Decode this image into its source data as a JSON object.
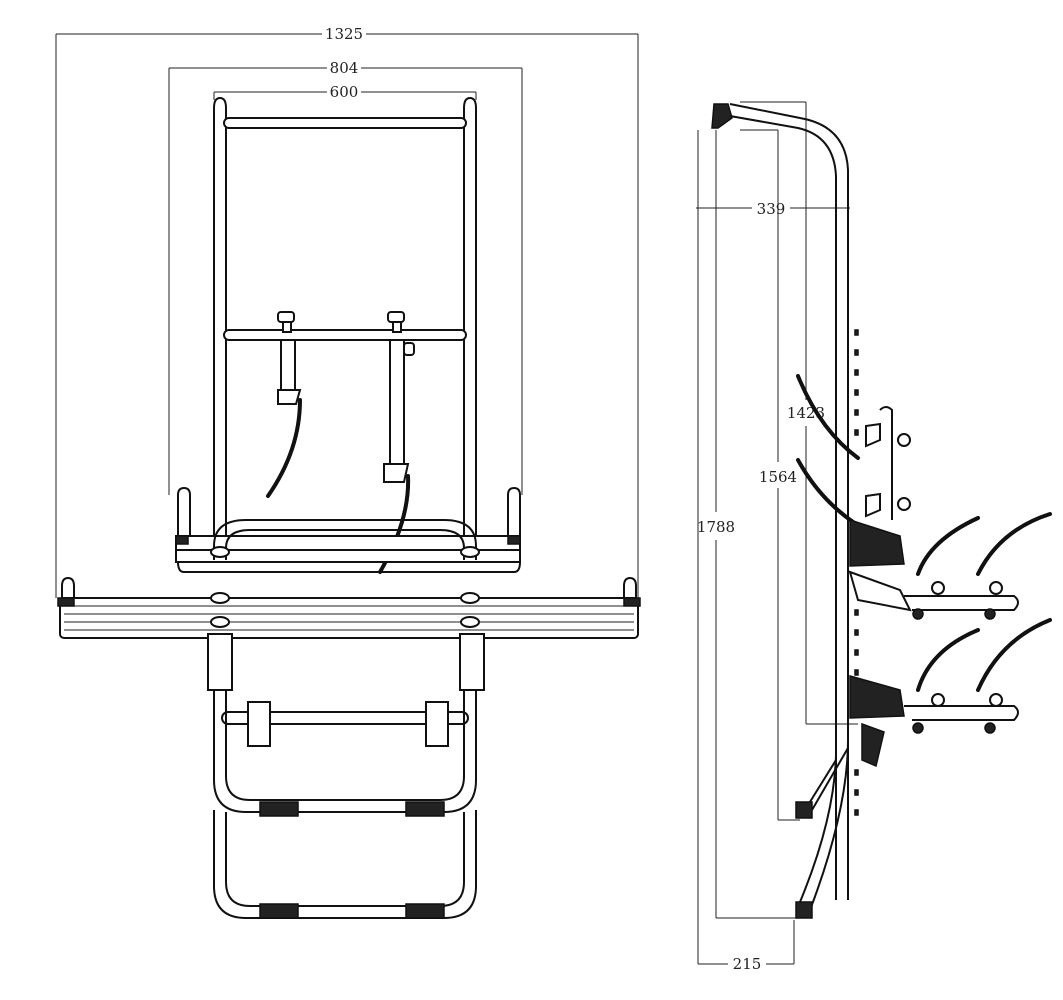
{
  "front_view": {
    "dimensions": {
      "total_width": "1325",
      "mid_width": "804",
      "inner_width": "600"
    }
  },
  "side_view": {
    "dimensions": {
      "depth_top": "339",
      "height_1423": "1423",
      "height_1564": "1564",
      "total_height": "1788",
      "depth_bottom": "215"
    }
  }
}
